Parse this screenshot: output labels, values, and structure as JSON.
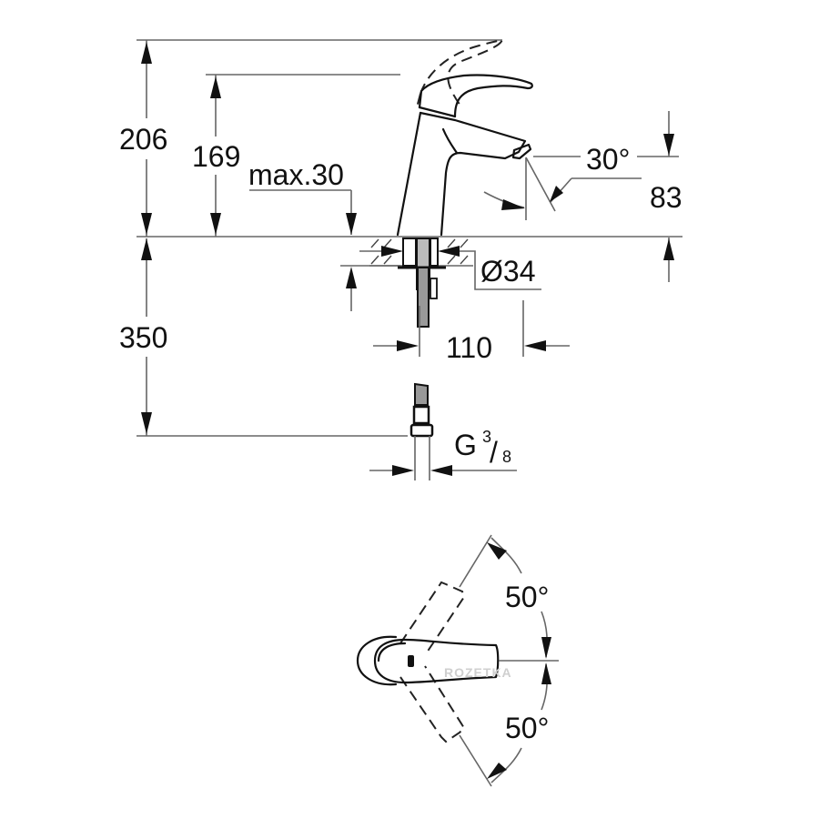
{
  "drawing": {
    "title": "Single-lever basin mixer dimension drawing",
    "side_view": {
      "dimensions": {
        "total_height_lever_up": "206",
        "height_to_lever": "169",
        "max_deck_thickness": "max.30",
        "spout_angle": "30°",
        "spout_outlet_height": "83",
        "hole_diameter": "Ø34",
        "spout_reach": "110",
        "hose_length": "350",
        "connection_thread_main": "G",
        "connection_thread_num": "3",
        "connection_thread_den": "8"
      }
    },
    "top_view": {
      "dimensions": {
        "lever_rotation_left": "50°",
        "lever_rotation_right": "50°"
      }
    },
    "watermark": "ROZETKA"
  }
}
